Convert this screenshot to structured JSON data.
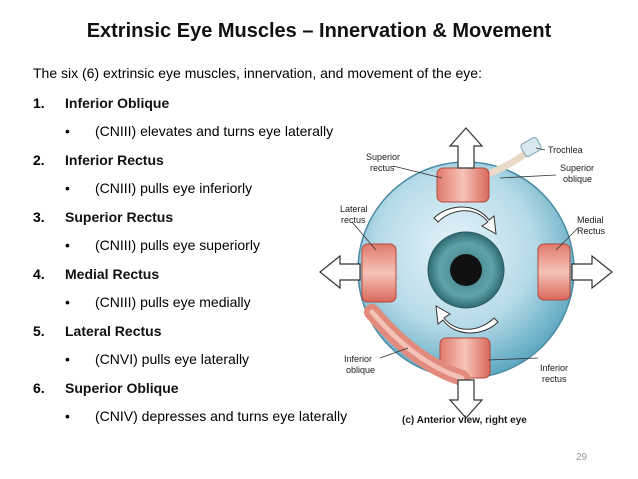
{
  "slide": {
    "title": "Extrinsic Eye Muscles – Innervation & Movement",
    "intro": "The six (6) extrinsic eye muscles, innervation, and movement of the eye:",
    "page_number": "29"
  },
  "muscles": [
    {
      "number": "1.",
      "name": "Inferior Oblique",
      "bullet": "•",
      "description": "(CNIII) elevates and turns eye laterally"
    },
    {
      "number": "2.",
      "name": "Inferior Rectus",
      "bullet": "•",
      "description": "(CNIII) pulls eye inferiorly"
    },
    {
      "number": "3.",
      "name": "Superior Rectus",
      "bullet": "•",
      "description": "(CNIII) pulls eye superiorly"
    },
    {
      "number": "4.",
      "name": "Medial Rectus",
      "bullet": "•",
      "description": "(CNIII) pulls eye medially"
    },
    {
      "number": "5.",
      "name": "Lateral Rectus",
      "bullet": "•",
      "description": "(CNVI) pulls eye laterally"
    },
    {
      "number": "6.",
      "name": "Superior Oblique",
      "bullet": "•",
      "description": "(CNIV) depresses and turns eye laterally"
    }
  ],
  "diagram": {
    "labels": {
      "trochlea": "Trochlea",
      "superior_rectus": [
        "Superior",
        "rectus"
      ],
      "superior_oblique": [
        "Superior",
        "oblique"
      ],
      "lateral_rectus": [
        "Lateral",
        "rectus"
      ],
      "medial_rectus": [
        "Medial",
        "Rectus"
      ],
      "inferior_oblique": [
        "Inferior",
        "oblique"
      ],
      "inferior_rectus": [
        "Inferior",
        "rectus"
      ]
    },
    "caption": "(c) Anterior view, right eye"
  }
}
